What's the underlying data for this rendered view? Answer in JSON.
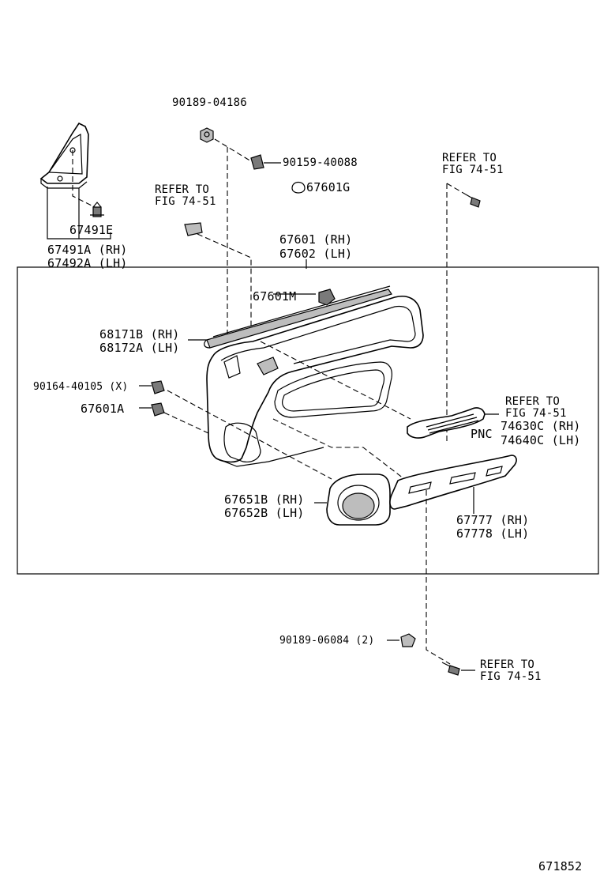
{
  "labels": {
    "p90189_04186": "90189-04186",
    "p90159_40088": "90159-40088",
    "p67601g": "67601G",
    "refer_top_right_1": "REFER TO",
    "refer_top_right_2": "FIG 74-51",
    "refer_mid_1": "REFER TO",
    "refer_mid_2": "FIG 74-51",
    "p67491e": "67491E",
    "p67491a": "67491A (RH)",
    "p67492a": "67492A (LH)",
    "p67601": "67601 (RH)",
    "p67602": "67602 (LH)",
    "p67601m": "67601M",
    "p68171b": "68171B (RH)",
    "p68172a": "68172A (LH)",
    "p90164_40105": "90164-40105 (X)",
    "p67601a": "67601A",
    "refer_handle_1": "REFER TO",
    "refer_handle_2": "FIG 74-51",
    "pnc": "PNC",
    "p74630c": "74630C (RH)",
    "p74640c": "74640C (LH)",
    "p67651b": "67651B (RH)",
    "p67652b": "67652B (LH)",
    "p67777": "67777 (RH)",
    "p67778": "67778 (LH)",
    "p90189_06084": "90189-06084 (2)",
    "refer_bottom_1": "REFER TO",
    "refer_bottom_2": "FIG 74-51",
    "figure_number": "671852"
  }
}
